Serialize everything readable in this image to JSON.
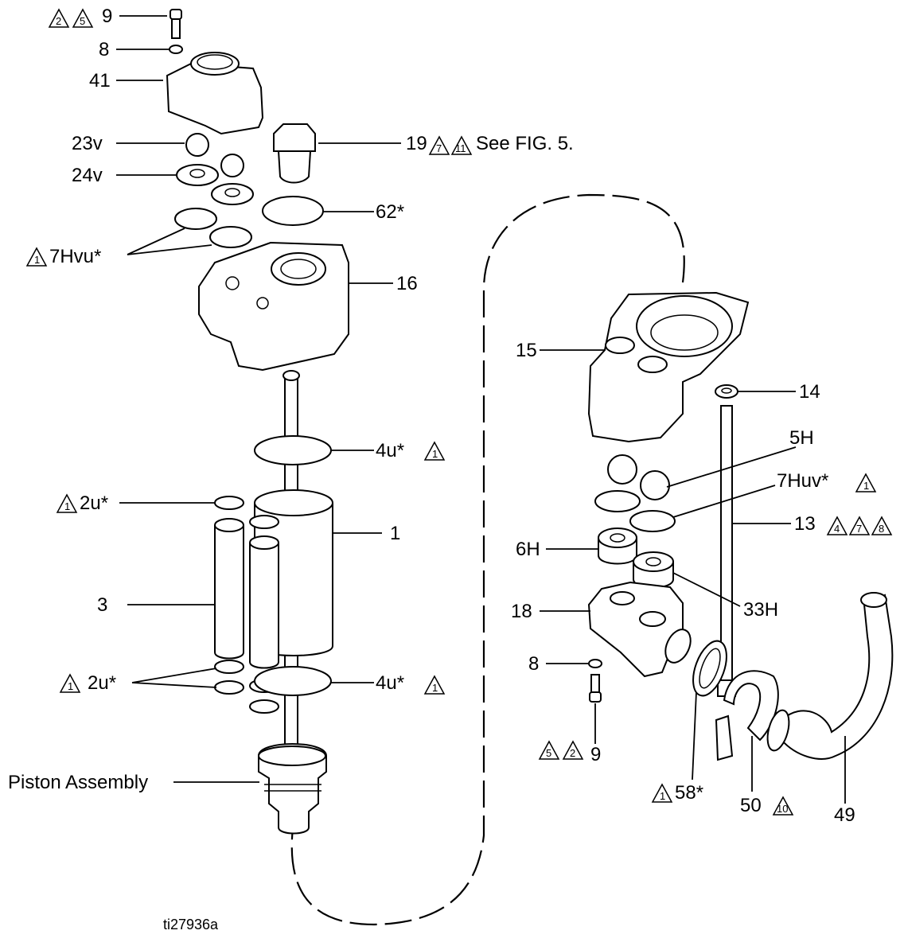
{
  "figure_id": "ti27936a",
  "labels": {
    "p9_top": "9",
    "p8_top": "8",
    "p41": "41",
    "p19": "19",
    "see_fig": "See FIG. 5.",
    "p23v": "23v",
    "p24v": "24v",
    "p62": "62*",
    "p7hvu": "7Hvu*",
    "p16": "16",
    "p4u_top": "4u*",
    "p2u_top": "2u*",
    "p1": "1",
    "p3": "3",
    "p2u_bottom": "2u*",
    "p4u_bottom": "4u*",
    "piston": "Piston Assembly",
    "p15": "15",
    "p14": "14",
    "p5h": "5H",
    "p7huv": "7Huv*",
    "p13": "13",
    "p6h": "6H",
    "p33h": "33H",
    "p18": "18",
    "p8_right": "8",
    "p9_right": "9",
    "p58": "58*",
    "p50": "50",
    "p49": "49"
  },
  "notes": {
    "n1": "1",
    "n2": "2",
    "n4": "4",
    "n5": "5",
    "n7": "7",
    "n8": "8",
    "n10": "10",
    "n11": "11"
  }
}
